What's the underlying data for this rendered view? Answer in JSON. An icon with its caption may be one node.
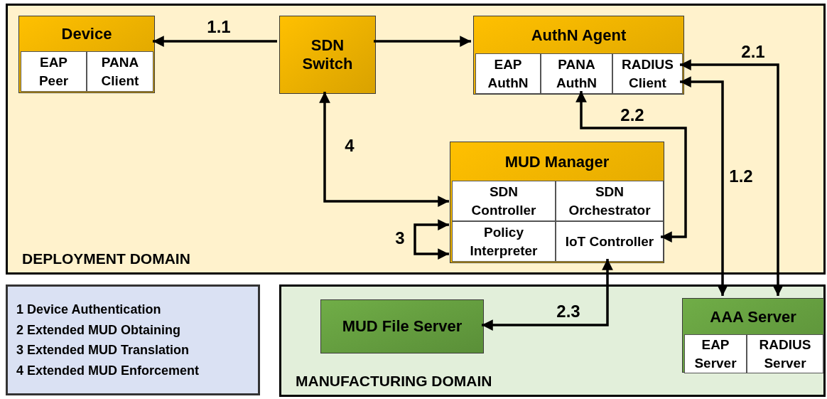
{
  "diagram": {
    "nodes": [
      {
        "text": [
          "DEPLOYMENT DOMAIN"
        ]
      },
      {
        "text": [
          "Device"
        ],
        "in": 0
      },
      {
        "text": [
          "EAP Peer"
        ],
        "in": 1
      },
      {
        "text": [
          "PANA Client"
        ],
        "in": 1
      },
      {
        "text": [
          "SDN Switch"
        ],
        "in": 0
      },
      {
        "text": [
          "AuthN Agent"
        ],
        "in": 0
      },
      {
        "text": [
          "EAP AuthN"
        ],
        "in": 5
      },
      {
        "text": [
          "PANA AuthN"
        ],
        "in": 5
      },
      {
        "text": [
          "RADIUS Client"
        ],
        "in": 5
      },
      {
        "text": [
          "MUD Manager"
        ],
        "in": 0
      },
      {
        "text": [
          "SDN Controller"
        ],
        "in": 9
      },
      {
        "text": [
          "SDN Orchestrator"
        ],
        "in": 9
      },
      {
        "text": [
          "Policy Interpreter"
        ],
        "in": 9
      },
      {
        "text": [
          "IoT Controller"
        ],
        "in": 9
      },
      {
        "text": [
          "1 Device Authentication",
          "2 Extended MUD Obtaining",
          "3 Extended MUD Translation",
          "4 Extended MUD Enforcement"
        ]
      },
      {
        "text": [
          "MANUFACTURING DOMAIN"
        ]
      },
      {
        "text": [
          "MUD File Server"
        ],
        "in": 15
      },
      {
        "text": [
          "AAA Server"
        ],
        "in": 15
      },
      {
        "text": [
          "EAP Server"
        ],
        "in": 17
      },
      {
        "text": [
          "RADIUS Server"
        ],
        "in": 17
      }
    ],
    "edges": [
      {
        "from": 4,
        "to": 1,
        "arrow": "to",
        "label": "1.1"
      },
      {
        "from": 4,
        "to": 5,
        "arrow": "to"
      },
      {
        "from": 8,
        "to": 17,
        "arrow": "both",
        "label": "1.2"
      },
      {
        "from": 8,
        "to": 17,
        "arrow": "both",
        "label": "2.1"
      },
      {
        "from": 7,
        "to": 13,
        "arrow": "both",
        "label": "2.2"
      },
      {
        "from": 13,
        "to": 16,
        "arrow": "both",
        "label": "2.3"
      },
      {
        "from": 4,
        "to": 10,
        "arrow": "both",
        "label": "4"
      },
      {
        "from": 12,
        "to": 12,
        "arrow": "both",
        "label": "3"
      }
    ]
  }
}
